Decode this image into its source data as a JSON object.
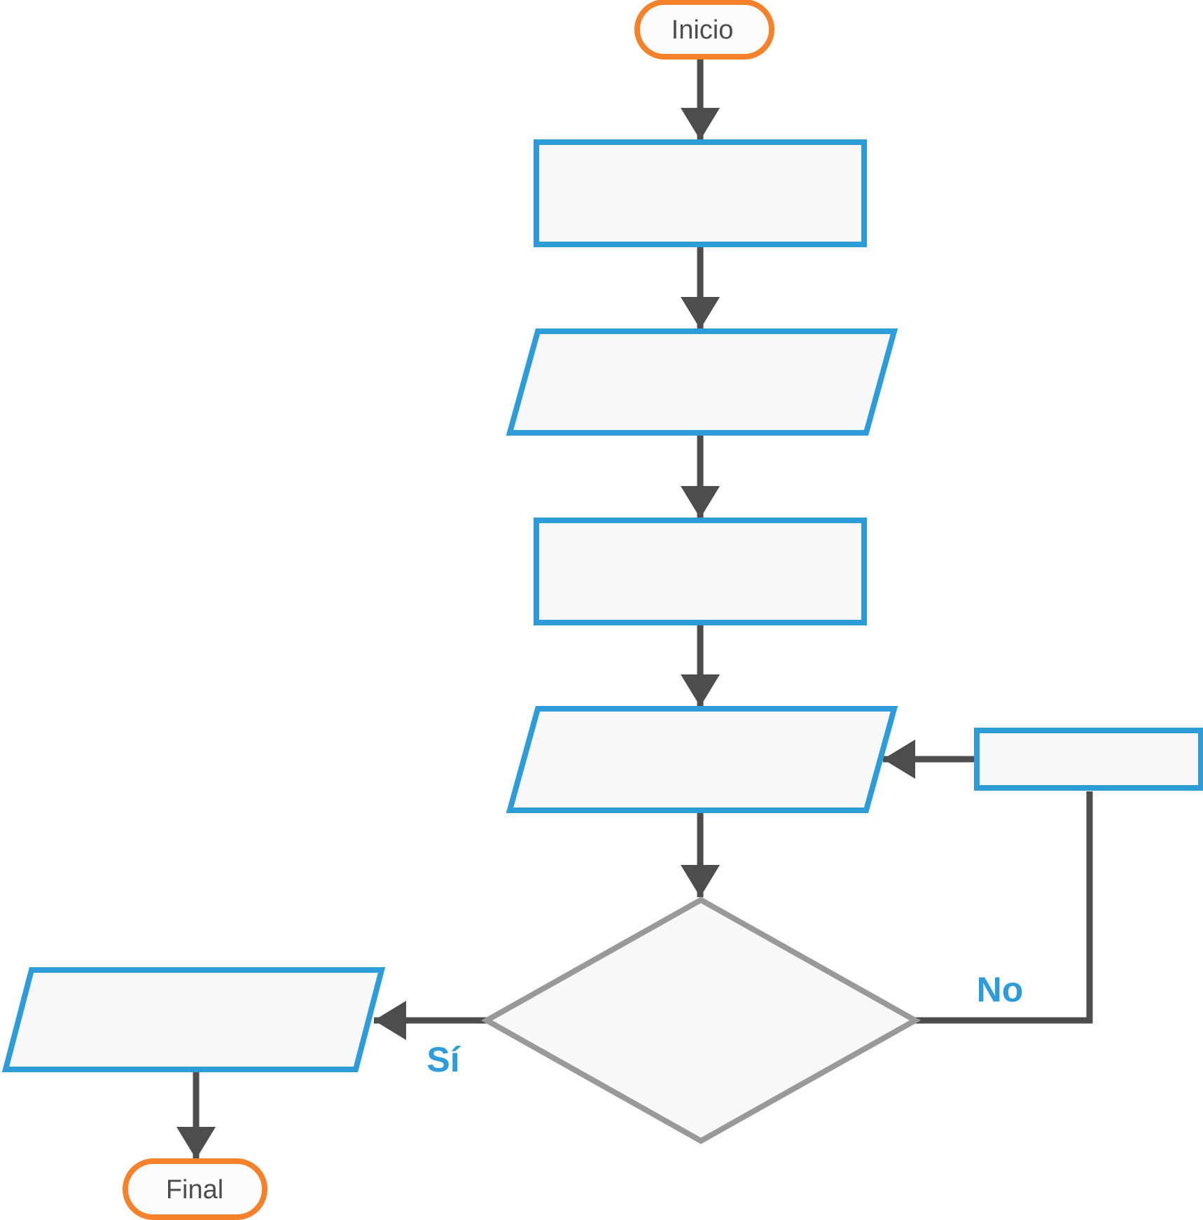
{
  "colors": {
    "process_border": "#2E9CD9",
    "terminator_border": "#F5822B",
    "decision_border": "#999999",
    "connector": "#4D4D4D",
    "branch_label": "#2E9CD9",
    "node_label": "#4D4D4D",
    "node_fill": "#F8F8F8"
  },
  "flowchart": {
    "nodes": [
      {
        "id": "start-terminator",
        "shape": "terminator",
        "label": "Inicio"
      },
      {
        "id": "process-1",
        "shape": "process",
        "label": ""
      },
      {
        "id": "data-io-1",
        "shape": "data",
        "label": ""
      },
      {
        "id": "process-2",
        "shape": "process",
        "label": ""
      },
      {
        "id": "data-io-2",
        "shape": "data",
        "label": ""
      },
      {
        "id": "decision-1",
        "shape": "decision",
        "label": ""
      },
      {
        "id": "loop-return-process",
        "shape": "process",
        "label": ""
      },
      {
        "id": "data-output",
        "shape": "data",
        "label": ""
      },
      {
        "id": "end-terminator",
        "shape": "terminator",
        "label": "Final"
      }
    ],
    "decision": {
      "no_label": "No",
      "yes_label": "Sí"
    }
  }
}
